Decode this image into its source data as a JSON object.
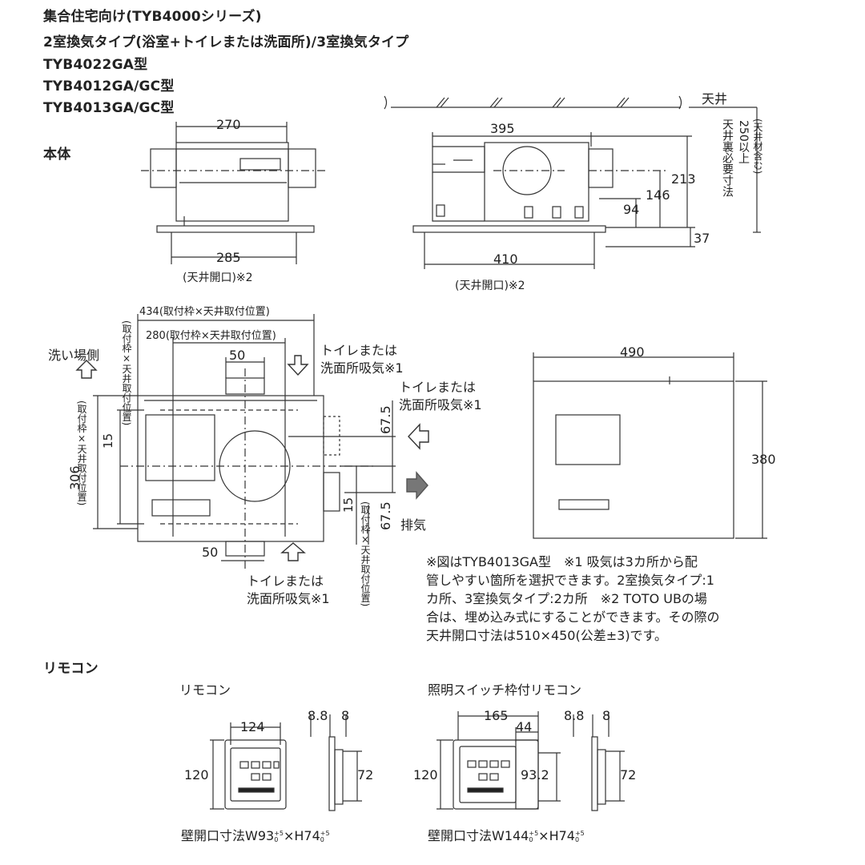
{
  "header": {
    "line1": "集合住宅向け(TYB4000シリーズ)",
    "line2": "2室換気タイプ(浴室+トイレまたは洗面所)/3室換気タイプ",
    "line3": "TYB4022GA型",
    "line4": "TYB4012GA/GC型",
    "line5": "TYB4013GA/GC型"
  },
  "section": {
    "body": "本体",
    "remote": "リモコン"
  },
  "front_view": {
    "width_top": "270",
    "width_bottom": "285",
    "opening_note": "(天井開口)※2"
  },
  "side_view": {
    "ceiling": "天井",
    "width_top": "395",
    "h213": "213",
    "h146": "146",
    "h94": "94",
    "h37": "37",
    "width_bottom": "410",
    "opening_note": "(天井開口)※2",
    "required_dim_line1": "天井裏必要寸法",
    "required_dim_line2": "250以上",
    "required_dim_line3": "(天井材含む)"
  },
  "plan_view": {
    "dim434": "434(取付枠×天井取付位置)",
    "dim280": "280(取付枠×天井取付位置)",
    "dim50_top": "50",
    "dim50_bottom": "50",
    "dim306": "306",
    "dim306_note": "(取付枠×天井取付位置)",
    "dim_inner_note": "(取付枠×天井取付位置)",
    "dim15_left": "15",
    "dim15_right": "15",
    "dim67_5_top": "67.5",
    "dim67_5_bottom": "67.5",
    "dim_right_note": "(取付枠×天井取付位置)",
    "wash_side": "洗い場側",
    "intake_top_line1": "トイレまたは",
    "intake_top_line2": "洗面所吸気※1",
    "intake_right_line1": "トイレまたは",
    "intake_right_line2": "洗面所吸気※1",
    "intake_bottom_line1": "トイレまたは",
    "intake_bottom_line2": "洗面所吸気※1",
    "exhaust": "排気"
  },
  "panel_view": {
    "width": "490",
    "height": "380"
  },
  "notes": {
    "line1": "※図はTYB4013GA型　※1 吸気は3カ所から配",
    "line2": "管しやすい箇所を選択できます。2室換気タイプ:1",
    "line3": "カ所、3室換気タイプ:2カ所　※2 TOTO UBの場",
    "line4": "合は、埋め込み式にすることができます。その際の",
    "line5": "天井開口寸法は510×450(公差±3)です。"
  },
  "remote1": {
    "title": "リモコン",
    "width": "124",
    "height": "120",
    "depth1": "8.8",
    "depth2": "8",
    "side_h": "72",
    "opening": "壁開口寸法W93",
    "opening_tol_w": "+5\n0",
    "opening_x": "×H74",
    "opening_tol_h": "+5\n0"
  },
  "remote2": {
    "title": "照明スイッチ枠付リモコン",
    "width": "165",
    "sub_width": "44",
    "height": "120",
    "inner_h": "93.2",
    "depth1": "8.8",
    "depth2": "8",
    "side_h": "72",
    "opening": "壁開口寸法W144",
    "opening_tol_w": "+5\n0",
    "opening_x": "×H74",
    "opening_tol_h": "+5\n0"
  }
}
